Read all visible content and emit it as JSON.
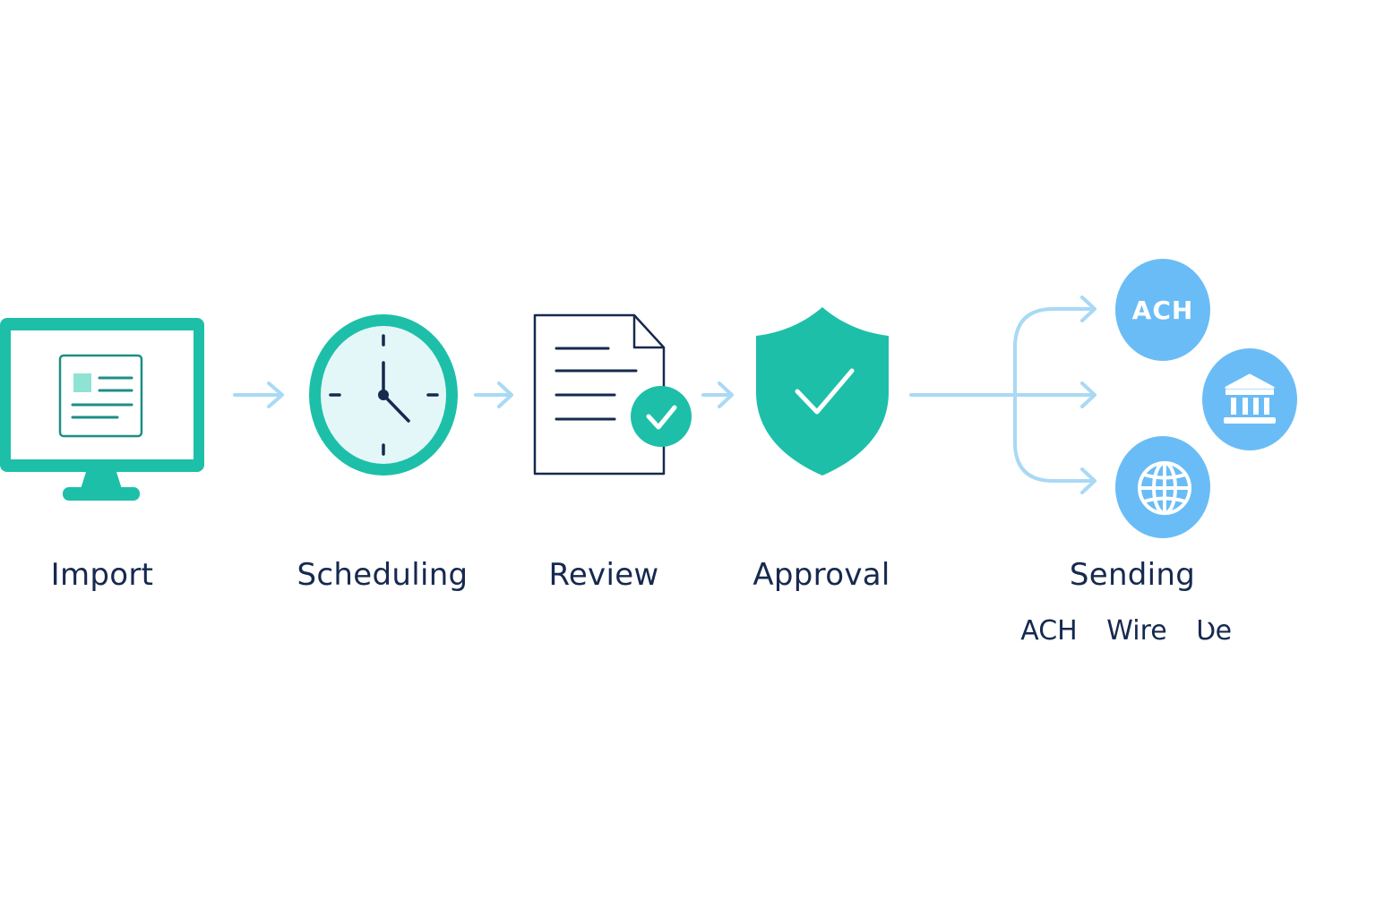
{
  "colors": {
    "teal": "#1dbfa9",
    "teal_light": "#e4f7f8",
    "navy": "#16294f",
    "arrow_blue": "#a9d9f5",
    "badge_blue": "#6abcf6"
  },
  "steps": [
    {
      "id": "import",
      "label": "Import",
      "icon": "computer-monitor-icon"
    },
    {
      "id": "scheduling",
      "label": "Scheduling",
      "icon": "clock-icon"
    },
    {
      "id": "review",
      "label": "Review",
      "icon": "document-check-icon"
    },
    {
      "id": "approval",
      "label": "Approval",
      "icon": "shield-check-icon"
    },
    {
      "id": "sending",
      "label": "Sending",
      "icon": "branch-arrows-icon"
    }
  ],
  "sending": {
    "ach_badge": "ACH",
    "badges": [
      "ach-badge",
      "bank-icon",
      "globe-icon"
    ],
    "methods": [
      "ACH",
      "Wire",
      "Ʋe"
    ]
  }
}
